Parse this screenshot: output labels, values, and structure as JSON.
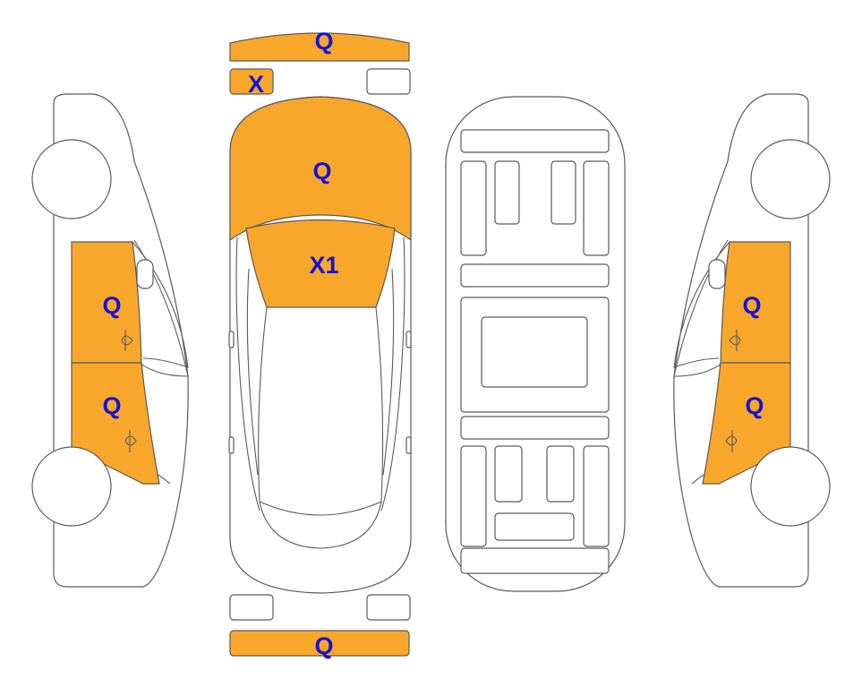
{
  "colors": {
    "highlight": "#F9A72B",
    "mark_text": "#1212D8",
    "outline": "#5a5a5a"
  },
  "marks": {
    "front_bumper": "Q",
    "front_left_indicator": "X",
    "hood": "Q",
    "windshield": "X1",
    "rear_bumper": "Q",
    "left_front_door": "Q",
    "left_rear_door": "Q",
    "right_front_door": "Q",
    "right_rear_door": "Q"
  }
}
